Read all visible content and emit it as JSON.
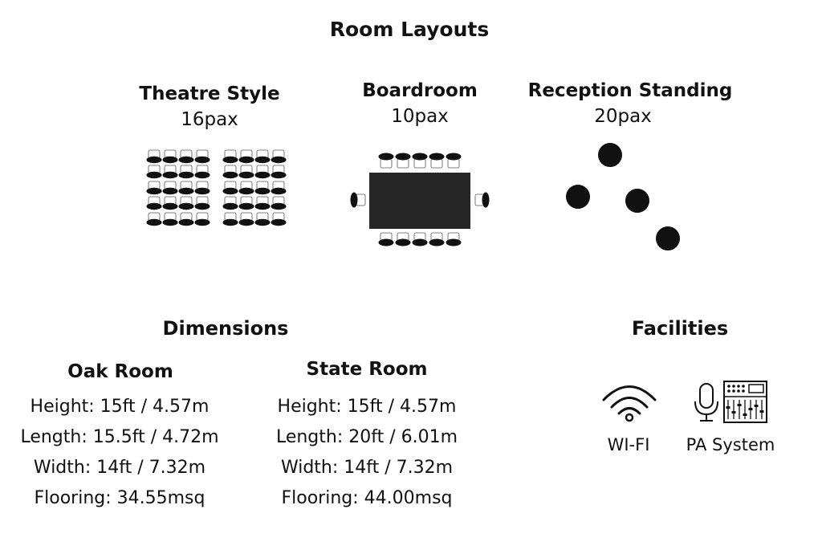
{
  "title": "Room Layouts",
  "layouts": [
    {
      "name": "Theatre Style",
      "capacity": "16pax"
    },
    {
      "name": "Boardroom",
      "capacity": "10pax"
    },
    {
      "name": "Reception Standing",
      "capacity": "20pax"
    }
  ],
  "dimensions": {
    "heading": "Dimensions",
    "rooms": [
      {
        "name": "Oak Room",
        "lines": [
          "Height: 15ft / 4.57m",
          "Length: 15.5ft / 4.72m",
          "Width: 14ft / 7.32m",
          "Flooring: 34.55msq"
        ]
      },
      {
        "name": "State Room",
        "lines": [
          "Height: 15ft / 4.57m",
          "Length: 20ft / 6.01m",
          "Width: 14ft / 7.32m",
          "Flooring: 44.00msq"
        ]
      }
    ]
  },
  "facilities": {
    "heading": "Facilities",
    "items": [
      {
        "label": "WI-FI",
        "icon": "wifi-icon"
      },
      {
        "label": "PA System",
        "icon": "pa-system-icon"
      }
    ]
  },
  "colors": {
    "ink": "#111111",
    "table": "#262626",
    "background": "#ffffff"
  }
}
